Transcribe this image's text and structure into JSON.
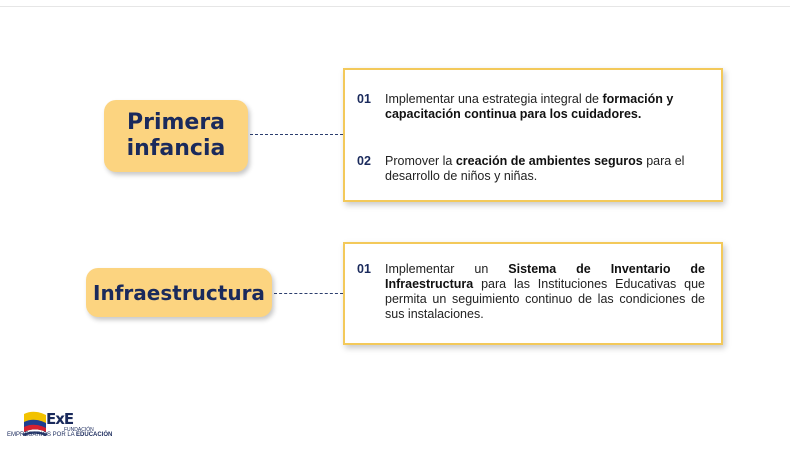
{
  "topics": [
    {
      "title_line1": "Primera",
      "title_line2": "infancia",
      "items": [
        {
          "num": "01",
          "pre": "Implementar una estrategia integral de ",
          "bold": "formación y capacitación continua para los cuidadores.",
          "post": ""
        },
        {
          "num": "02",
          "pre": "Promover la ",
          "bold": "creación de ambientes seguros",
          "post": " para el desarrollo de niños y niñas."
        }
      ]
    },
    {
      "title_line1": "Infraestructura",
      "items": [
        {
          "num": "01",
          "pre": "Implementar un ",
          "bold": "Sistema de Inventario de Infraestructura",
          "post": " para las Instituciones Educativas que permita un seguimiento continuo de las condiciones de sus instalaciones."
        }
      ]
    }
  ],
  "logo": {
    "mark": "ExE",
    "fundacion": "FUNDACIÓN",
    "org_pre": "EMPRESARIOS POR LA ",
    "org_bold": "EDUCACIÓN"
  },
  "colors": {
    "pill_fill": "#fcd480",
    "card_border": "#f3c95a",
    "navy": "#1a2a5c"
  }
}
